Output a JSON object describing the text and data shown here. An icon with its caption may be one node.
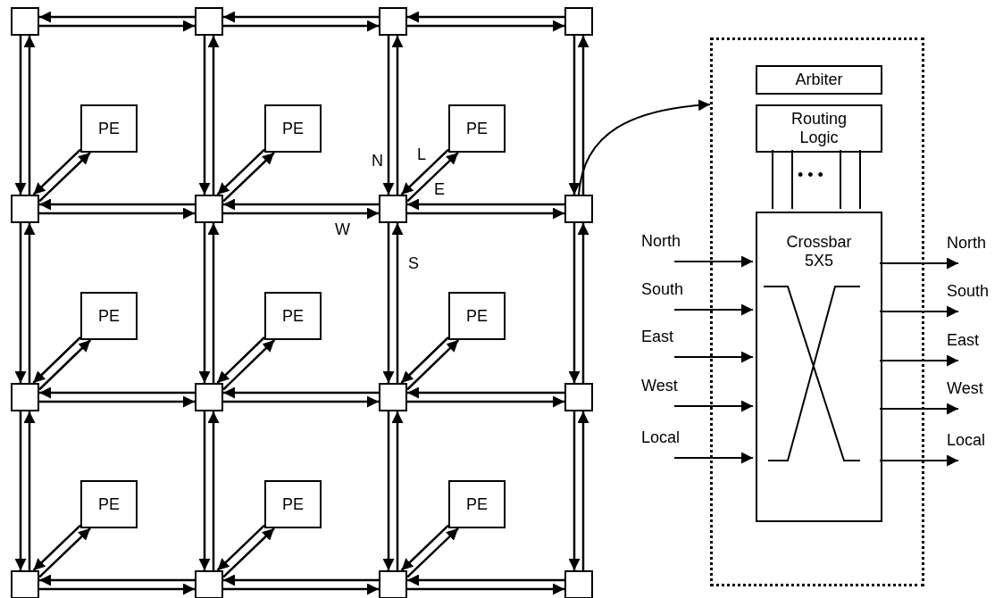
{
  "diagram": {
    "nodes": [
      {
        "text": [],
        "shape": "box"
      },
      {
        "text": [],
        "shape": "box"
      },
      {
        "text": [],
        "shape": "box"
      },
      {
        "text": [],
        "shape": "box"
      },
      {
        "text": [],
        "shape": "box"
      },
      {
        "text": [],
        "shape": "box"
      },
      {
        "text": [],
        "shape": "box"
      },
      {
        "text": [],
        "shape": "box"
      },
      {
        "text": [],
        "shape": "box"
      },
      {
        "text": [],
        "shape": "box"
      },
      {
        "text": [],
        "shape": "box"
      },
      {
        "text": [],
        "shape": "box"
      },
      {
        "text": [],
        "shape": "box"
      },
      {
        "text": [],
        "shape": "box"
      },
      {
        "text": [],
        "shape": "box"
      },
      {
        "text": [],
        "shape": "box"
      },
      {
        "text": [
          "PE"
        ]
      },
      {
        "text": [
          "PE"
        ]
      },
      {
        "text": [
          "PE"
        ]
      },
      {
        "text": [
          "PE"
        ]
      },
      {
        "text": [
          "PE"
        ]
      },
      {
        "text": [
          "PE"
        ]
      },
      {
        "text": [
          "PE"
        ]
      },
      {
        "text": [
          "PE"
        ]
      },
      {
        "text": [
          "PE"
        ]
      },
      {
        "text": [],
        "shape": "box"
      },
      {
        "text": [
          "Arbiter"
        ],
        "in": 25
      },
      {
        "text": [
          "Routing Logic"
        ],
        "in": 25
      },
      {
        "text": [
          "Crossbar 5X5"
        ],
        "in": 25
      }
    ],
    "edges": [
      {
        "from": 1,
        "to": 0,
        "arrow": "to"
      },
      {
        "from": 0,
        "to": 1,
        "arrow": "to"
      },
      {
        "from": 2,
        "to": 1,
        "arrow": "to"
      },
      {
        "from": 1,
        "to": 2,
        "arrow": "to"
      },
      {
        "from": 3,
        "to": 2,
        "arrow": "to"
      },
      {
        "from": 2,
        "to": 3,
        "arrow": "to"
      },
      {
        "from": 5,
        "to": 4,
        "arrow": "to"
      },
      {
        "from": 4,
        "to": 5,
        "arrow": "to"
      },
      {
        "from": 6,
        "to": 5,
        "arrow": "to"
      },
      {
        "from": 5,
        "to": 6,
        "arrow": "to"
      },
      {
        "from": 7,
        "to": 6,
        "arrow": "to"
      },
      {
        "from": 6,
        "to": 7,
        "arrow": "to"
      },
      {
        "from": 9,
        "to": 8,
        "arrow": "to"
      },
      {
        "from": 8,
        "to": 9,
        "arrow": "to"
      },
      {
        "from": 10,
        "to": 9,
        "arrow": "to"
      },
      {
        "from": 9,
        "to": 10,
        "arrow": "to"
      },
      {
        "from": 11,
        "to": 10,
        "arrow": "to"
      },
      {
        "from": 10,
        "to": 11,
        "arrow": "to"
      },
      {
        "from": 13,
        "to": 12,
        "arrow": "to"
      },
      {
        "from": 12,
        "to": 13,
        "arrow": "to"
      },
      {
        "from": 14,
        "to": 13,
        "arrow": "to"
      },
      {
        "from": 13,
        "to": 14,
        "arrow": "to"
      },
      {
        "from": 15,
        "to": 14,
        "arrow": "to"
      },
      {
        "from": 14,
        "to": 15,
        "arrow": "to"
      },
      {
        "from": 0,
        "to": 4,
        "arrow": "to"
      },
      {
        "from": 4,
        "to": 0,
        "arrow": "to"
      },
      {
        "from": 1,
        "to": 5,
        "arrow": "to"
      },
      {
        "from": 5,
        "to": 1,
        "arrow": "to"
      },
      {
        "from": 2,
        "to": 6,
        "arrow": "to"
      },
      {
        "from": 6,
        "to": 2,
        "arrow": "to"
      },
      {
        "from": 3,
        "to": 7,
        "arrow": "to"
      },
      {
        "from": 7,
        "to": 3,
        "arrow": "to"
      },
      {
        "from": 4,
        "to": 8,
        "arrow": "to"
      },
      {
        "from": 8,
        "to": 4,
        "arrow": "to"
      },
      {
        "from": 5,
        "to": 9,
        "arrow": "to"
      },
      {
        "from": 9,
        "to": 5,
        "arrow": "to"
      },
      {
        "from": 6,
        "to": 10,
        "arrow": "to"
      },
      {
        "from": 10,
        "to": 6,
        "arrow": "to"
      },
      {
        "from": 7,
        "to": 11,
        "arrow": "to"
      },
      {
        "from": 11,
        "to": 7,
        "arrow": "to"
      },
      {
        "from": 8,
        "to": 12,
        "arrow": "to"
      },
      {
        "from": 12,
        "to": 8,
        "arrow": "to"
      },
      {
        "from": 9,
        "to": 13,
        "arrow": "to"
      },
      {
        "from": 13,
        "to": 9,
        "arrow": "to"
      },
      {
        "from": 10,
        "to": 14,
        "arrow": "to"
      },
      {
        "from": 14,
        "to": 10,
        "arrow": "to"
      },
      {
        "from": 11,
        "to": 15,
        "arrow": "to"
      },
      {
        "from": 15,
        "to": 11,
        "arrow": "to"
      },
      {
        "from": 16,
        "to": 4,
        "arrow": "to"
      },
      {
        "from": 4,
        "to": 16,
        "arrow": "to"
      },
      {
        "from": 17,
        "to": 5,
        "arrow": "to"
      },
      {
        "from": 5,
        "to": 17,
        "arrow": "to"
      },
      {
        "from": 18,
        "to": 6,
        "arrow": "to"
      },
      {
        "from": 6,
        "to": 18,
        "arrow": "to"
      },
      {
        "from": 19,
        "to": 8,
        "arrow": "to"
      },
      {
        "from": 8,
        "to": 19,
        "arrow": "to"
      },
      {
        "from": 20,
        "to": 9,
        "arrow": "to"
      },
      {
        "from": 9,
        "to": 20,
        "arrow": "to"
      },
      {
        "from": 21,
        "to": 10,
        "arrow": "to"
      },
      {
        "from": 10,
        "to": 21,
        "arrow": "to"
      },
      {
        "from": 22,
        "to": 12,
        "arrow": "to"
      },
      {
        "from": 12,
        "to": 22,
        "arrow": "to"
      },
      {
        "from": 23,
        "to": 13,
        "arrow": "to"
      },
      {
        "from": 13,
        "to": 23,
        "arrow": "to"
      },
      {
        "from": 24,
        "to": 14,
        "arrow": "to"
      },
      {
        "from": 14,
        "to": 24,
        "arrow": "to"
      },
      {
        "from": 7,
        "to": 25,
        "arrow": "to"
      },
      {
        "from": 27,
        "to": 28,
        "arrow": "none"
      },
      {
        "from": 27,
        "to": 28,
        "arrow": "none"
      },
      {
        "from": 27,
        "to": 28,
        "arrow": "none"
      },
      {
        "from": 27,
        "to": 28,
        "arrow": "none"
      },
      {
        "from": null,
        "to": 28,
        "arrow": "to",
        "label": "North"
      },
      {
        "from": null,
        "to": 28,
        "arrow": "to",
        "label": "South"
      },
      {
        "from": null,
        "to": 28,
        "arrow": "to",
        "label": "East"
      },
      {
        "from": null,
        "to": 28,
        "arrow": "to",
        "label": "West"
      },
      {
        "from": null,
        "to": 28,
        "arrow": "to",
        "label": "Local"
      },
      {
        "from": 28,
        "to": null,
        "arrow": "to",
        "label": "North"
      },
      {
        "from": 28,
        "to": null,
        "arrow": "to",
        "label": "South"
      },
      {
        "from": 28,
        "to": null,
        "arrow": "to",
        "label": "East"
      },
      {
        "from": 28,
        "to": null,
        "arrow": "to",
        "label": "West"
      },
      {
        "from": 28,
        "to": null,
        "arrow": "to",
        "label": "Local"
      }
    ],
    "labels": [
      "N",
      "L",
      "E",
      "W",
      "S",
      "• • •"
    ]
  }
}
